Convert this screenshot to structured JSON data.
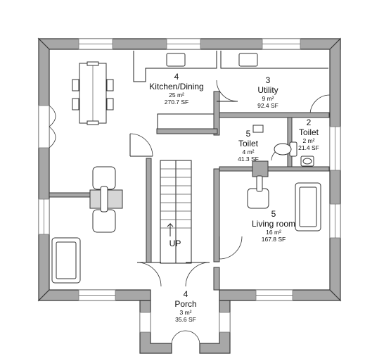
{
  "rooms": [
    {
      "id": "kitchen",
      "number": "4",
      "name": "Kitchen/Dining",
      "area_m2": "25 m²",
      "area_sf": "270.7 SF"
    },
    {
      "id": "utility",
      "number": "3",
      "name": "Utility",
      "area_m2": "9 m²",
      "area_sf": "92.4 SF"
    },
    {
      "id": "toilet-small",
      "number": "2",
      "name": "Toilet",
      "area_m2": "2 m²",
      "area_sf": "21.4 SF"
    },
    {
      "id": "toilet",
      "number": "5",
      "name": "Toilet",
      "area_m2": "4 m²",
      "area_sf": "41.3 SF"
    },
    {
      "id": "living",
      "number": "5",
      "name": "Living room",
      "area_m2": "16 m²",
      "area_sf": "167.8 SF"
    },
    {
      "id": "porch",
      "number": "4",
      "name": "Porch",
      "area_m2": "3 m²",
      "area_sf": "35.6 SF"
    }
  ],
  "stairs": {
    "label": "UP"
  },
  "colors": {
    "wall": "#a7a7a7",
    "outline": "#3a3a3a",
    "background": "#ffffff"
  }
}
